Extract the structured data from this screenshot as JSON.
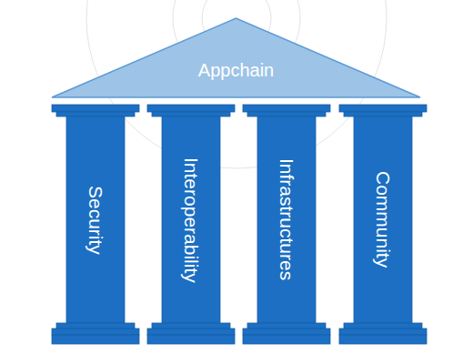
{
  "diagram": {
    "nodes": [
      {
        "text": [
          "Appchain"
        ]
      },
      {
        "text": [
          "Security"
        ]
      },
      {
        "text": [
          "Interoperability"
        ]
      },
      {
        "text": [
          "Infrastructures"
        ]
      },
      {
        "text": [
          "Community"
        ]
      }
    ]
  }
}
